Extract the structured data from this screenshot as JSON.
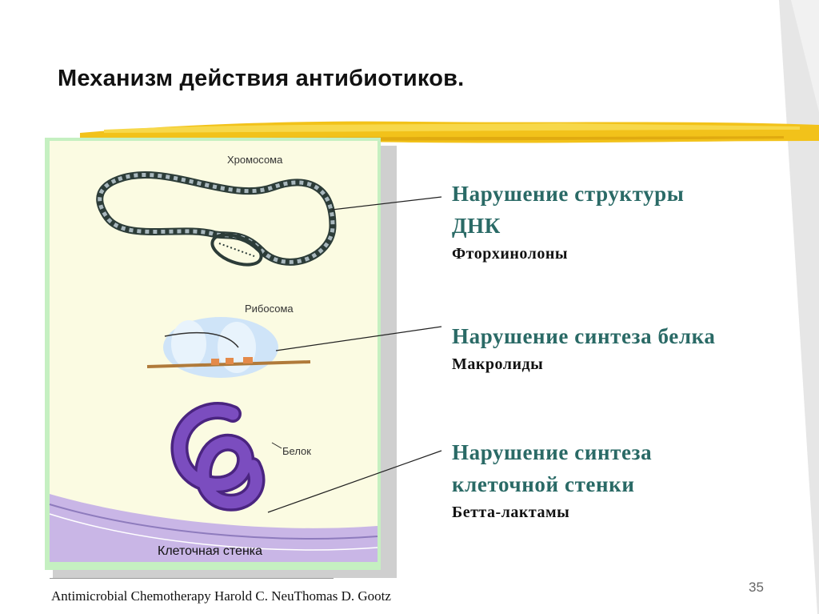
{
  "slide": {
    "title": "Механизм действия антибиотиков.",
    "page_number": "35",
    "citation": "Antimicrobial Chemotherapy Harold C. NeuThomas D. Gootz"
  },
  "figure": {
    "labels": {
      "chromosome": "Хромосома",
      "ribosome": "Рибосома",
      "protein": "Белок",
      "cell_wall": "Клеточная стенка"
    }
  },
  "mechanisms": [
    {
      "heading_line1": "Нарушение структуры",
      "heading_line2": "ДНК",
      "drug": "Фторхинолоны"
    },
    {
      "heading_line1": "Нарушение синтеза белка",
      "drug": "Макролиды"
    },
    {
      "heading_line1": "Нарушение синтеза",
      "heading_line2": "клеточной стенки",
      "drug": "Бетта-лактамы"
    }
  ],
  "colors": {
    "heading_teal": "#2a6a66",
    "accent_yellow": "#f2c21a",
    "cell_background": "#fbfbe2",
    "cell_wall_purple": "#c9b6e6",
    "protein_purple": "#6a3aa6",
    "green_outer": "#c5f0c1"
  }
}
